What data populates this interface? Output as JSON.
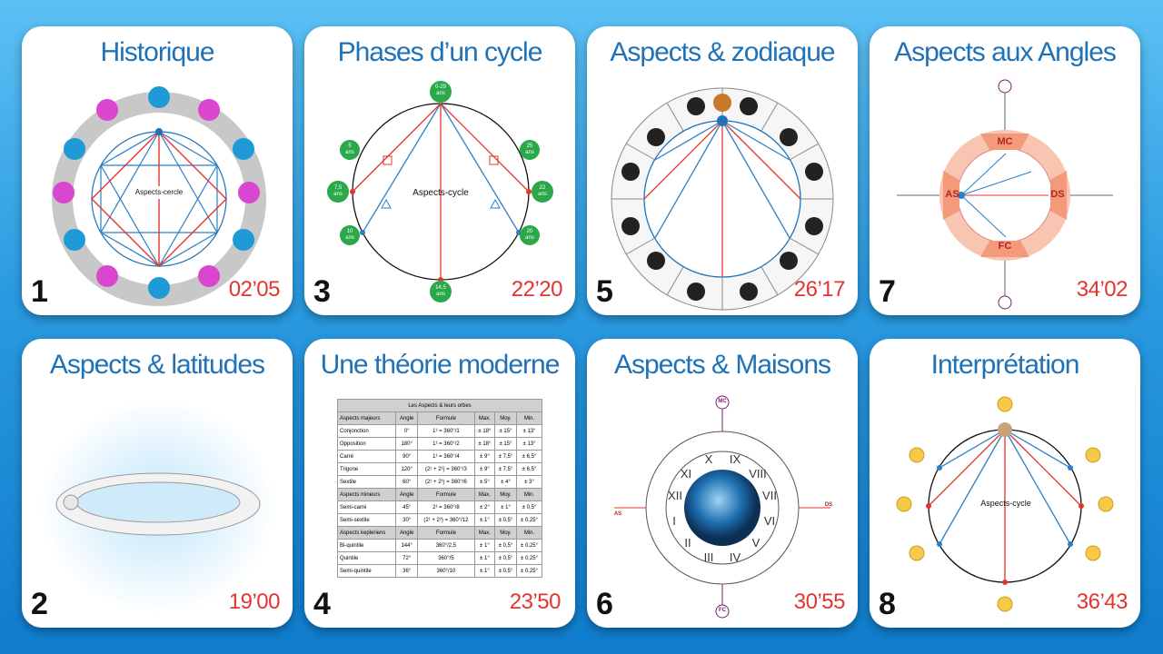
{
  "cards": [
    {
      "title": "Historique",
      "number": "1",
      "time": "02’05",
      "chart_label": "Aspects-cercle"
    },
    {
      "title": "Phases d’un cycle",
      "number": "3",
      "time": "22’20",
      "chart_label": "Aspects-cycle",
      "phases": [
        "0-29\nans",
        "5\nans",
        "7,5\nans",
        "10\nans",
        "14,5\nans",
        "20\nans",
        "22\nans",
        "25\nans"
      ]
    },
    {
      "title": "Aspects & zodiaque",
      "number": "5",
      "time": "26’17"
    },
    {
      "title": "Aspects aux Angles",
      "number": "7",
      "time": "34’02",
      "angles": {
        "mc": "MC",
        "as": "AS",
        "ds": "DS",
        "fc": "FC"
      }
    },
    {
      "title": "Aspects & latitudes",
      "number": "2",
      "time": "19’00"
    },
    {
      "title": "Une théorie moderne",
      "number": "4",
      "time": "23’50",
      "table": {
        "caption": "Les Aspects & leurs orbes",
        "sections": [
          {
            "header": [
              "Aspects majeurs",
              "Angle",
              "Formule",
              "Max.",
              "Moy.",
              "Min."
            ],
            "rows": [
              [
                "Conjonction",
                "0°",
                "1¹ = 360°/1",
                "± 18°",
                "± 15°",
                "± 13°"
              ],
              [
                "Opposition",
                "180°",
                "1¹ = 360°/2",
                "± 18°",
                "± 15°",
                "± 13°"
              ],
              [
                "Carré",
                "90°",
                "1¹ = 360°/4",
                "± 9°",
                "± 7,5°",
                "± 6,5°"
              ],
              [
                "Trigone",
                "120°",
                "(2¹ + 2¹) = 360°/3",
                "± 9°",
                "± 7,5°",
                "± 6,5°"
              ],
              [
                "Sextile",
                "60°",
                "(2¹ + 2¹) = 360°/6",
                "± 5°",
                "± 4°",
                "± 3°"
              ]
            ]
          },
          {
            "header": [
              "Aspects mineurs",
              "Angle",
              "Formule",
              "Max.",
              "Moy.",
              "Min."
            ],
            "rows": [
              [
                "Semi-carré",
                "45°",
                "2¹ = 360°/8",
                "± 2°",
                "± 1°",
                "± 0,5°"
              ],
              [
                "Semi-sextile",
                "30°",
                "(2¹ + 2²) = 360°/12",
                "± 1°",
                "± 0,5°",
                "± 0,25°"
              ]
            ]
          },
          {
            "header": [
              "Aspects kepleriens",
              "Angle",
              "Formule",
              "Max.",
              "Moy.",
              "Min."
            ],
            "rows": [
              [
                "Bi-quintile",
                "144°",
                "360°/2,5",
                "± 1°",
                "± 0,5°",
                "± 0,25°"
              ],
              [
                "Quintile",
                "72°",
                "360°/5",
                "± 1°",
                "± 0,5°",
                "± 0,25°"
              ],
              [
                "Semi-quintile",
                "36°",
                "360°/10",
                "± 1°",
                "± 0,5°",
                "± 0,25°"
              ]
            ]
          }
        ]
      }
    },
    {
      "title": "Aspects & Maisons",
      "number": "6",
      "time": "30’55",
      "houses": [
        "X",
        "IX",
        "VIII",
        "VII",
        "VI",
        "V",
        "IV",
        "III",
        "II",
        "I",
        "XII",
        "XI"
      ],
      "angles": {
        "mc": "MC",
        "as": "AS",
        "ds": "DS",
        "fc": "FC"
      }
    },
    {
      "title": "Interprétation",
      "number": "8",
      "time": "36’43",
      "chart_label": "Aspects-cycle"
    }
  ],
  "colors": {
    "title": "#1d72b8",
    "time": "#e3342f",
    "blue_line": "#2a7fc6",
    "red_line": "#e3342f",
    "card_bg": "#ffffff"
  }
}
